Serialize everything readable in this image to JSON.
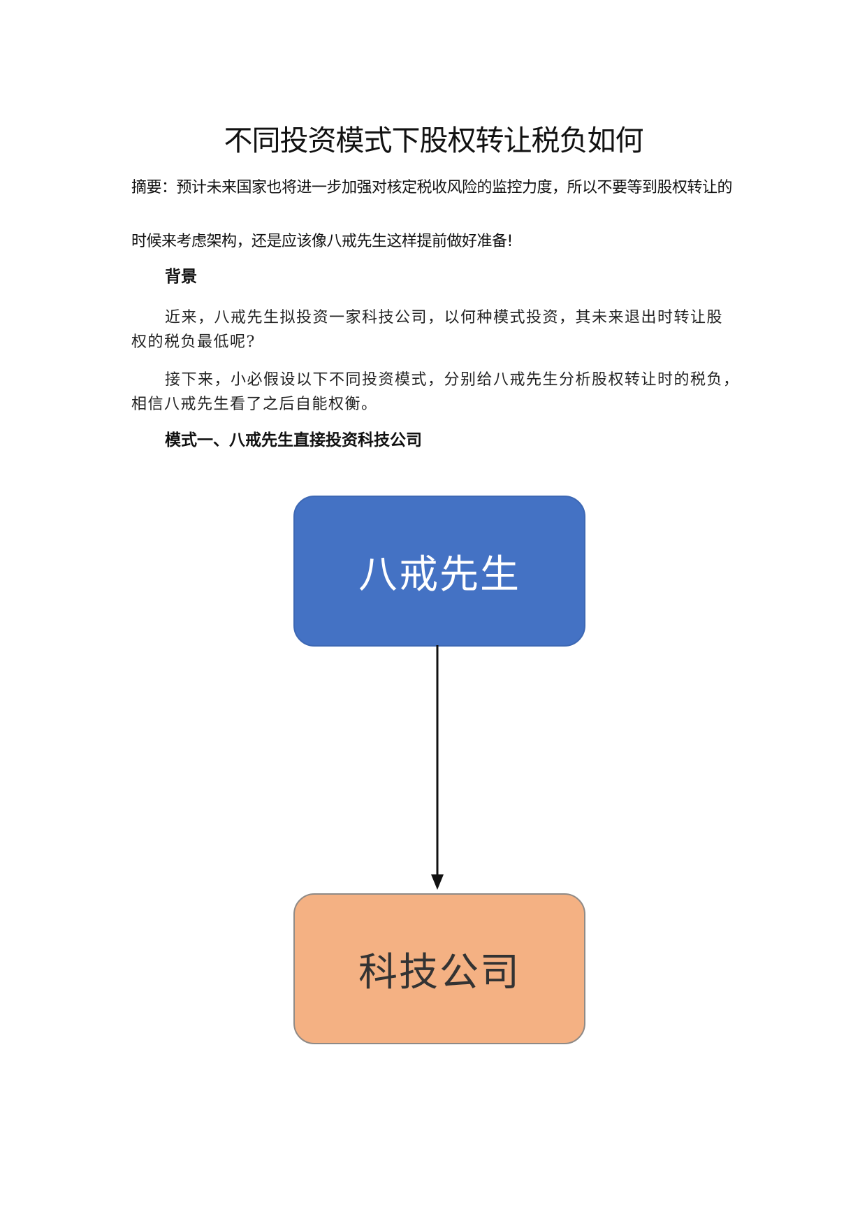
{
  "document": {
    "title": "不同投资模式下股权转让税负如何",
    "abstract": {
      "line1": "摘要：预计未来国家也将进一步加强对核定税收风险的监控力度，所以不要等到股权转让的",
      "line2": "时候来考虑架构，还是应该像八戒先生这样提前做好准备!"
    },
    "section_background": {
      "heading": "背景",
      "paragraph1": {
        "line1": "近来，八戒先生拟投资一家科技公司，以何种模式投资，其未来退出时转让股",
        "line2": "权的税负最低呢?"
      },
      "paragraph2": {
        "line1": "接下来，小必假设以下不同投资模式，分别给八戒先生分析股权转让时的税负，",
        "line2": "相信八戒先生看了之后自能权衡。"
      }
    },
    "mode1": {
      "heading": "模式一、八戒先生直接投资科技公司"
    },
    "diagram": {
      "top_node": "八戒先生",
      "bottom_node": "科技公司",
      "colors": {
        "top_fill": "#4472c4",
        "bottom_fill": "#f4b183",
        "arrow": "#111111"
      }
    }
  }
}
